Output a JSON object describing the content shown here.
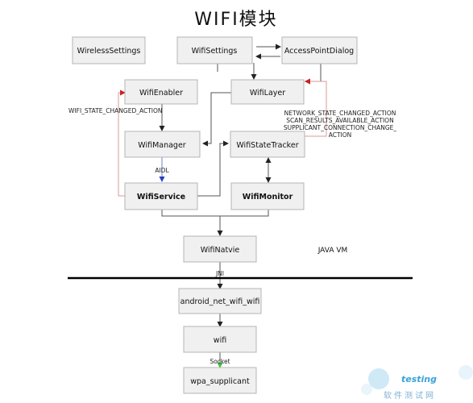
{
  "title": "WIFI模块",
  "nodes": {
    "wirelessSettings": "WirelessSettings",
    "wifiSettings": "WifiSettings",
    "accessPointDialog": "AccessPointDialog",
    "wifiEnabler": "WifiEnabler",
    "wifiLayer": "WifiLayer",
    "wifiManager": "WifiManager",
    "wifiStateTracker": "WifiStateTracker",
    "wifiService": "WifiService",
    "wifiMonitor": "WifiMonitor",
    "wifiNative": "WifiNatvie",
    "androidNetWifi": "android_net_wifi_wifi",
    "wifi": "wifi",
    "wpaSupplicant": "wpa_supplicant"
  },
  "labels": {
    "wifiStateChanged": "WIFI_STATE_CHANGED_ACTION",
    "networkActions": [
      "NETWORK_STATE_CHANGED_ACTION",
      "SCAN_RESULTS_AVAILABLE_ACTION",
      "SUPPLICANT_CONNECTION_CHANGE_",
      "ACTION"
    ],
    "aidl": "AIDL",
    "javaVm": "JAVA VM",
    "jni": "JNI",
    "socket": "Socket"
  },
  "watermark": {
    "brand": "testing",
    "subtitle": "软件测试网"
  },
  "colors": {
    "nodeFill": "#f0f0f0",
    "nodeStroke": "#b4b4b4",
    "edge": "#555555",
    "redArrow": "#cc2222",
    "blueArrow": "#2a3fc0",
    "greenArrow": "#3cc63c",
    "divider": "#000000",
    "watermark": "#3aa3d8"
  }
}
